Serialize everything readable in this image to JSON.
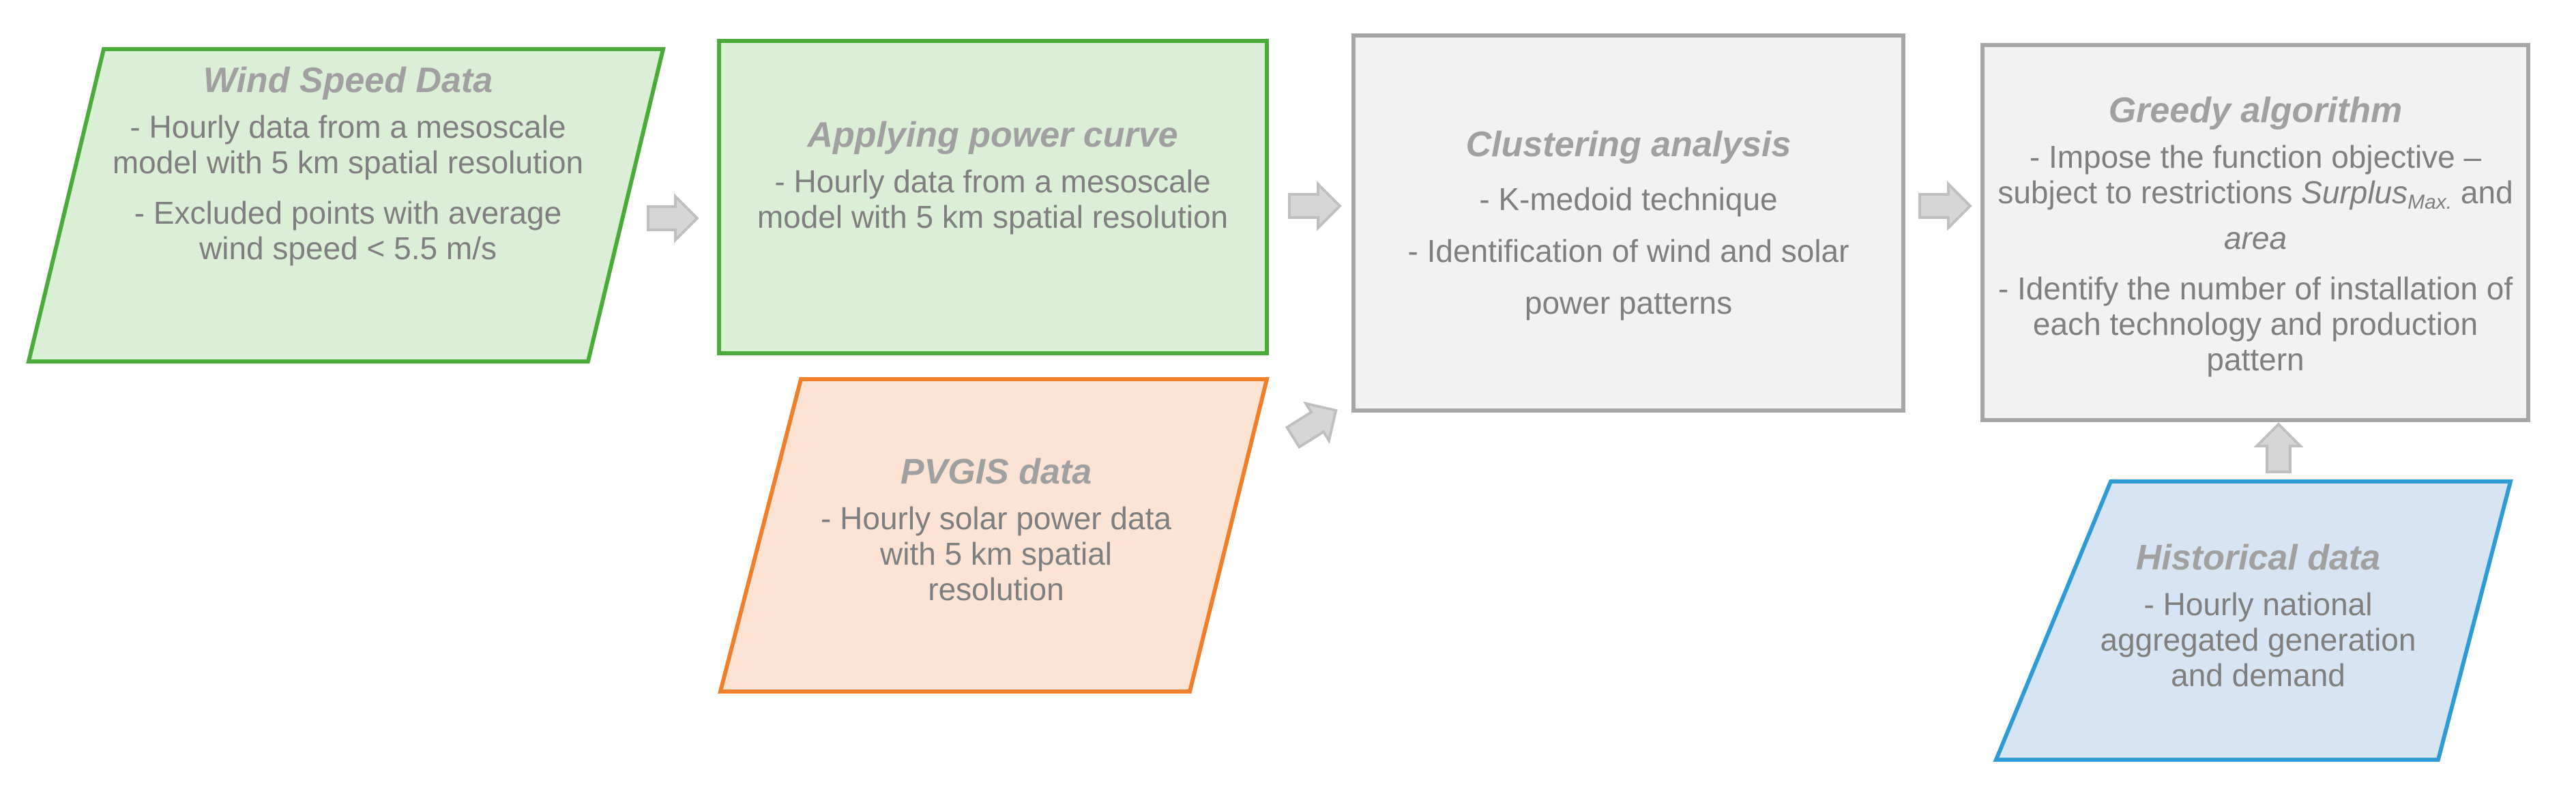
{
  "nodes": {
    "wind": {
      "title": "Wind Speed Data",
      "lines": [
        "- Hourly data from a mesoscale model with 5 km spatial resolution",
        "- Excluded points with average wind speed < 5.5 m/s"
      ],
      "fill": "#dbefd6",
      "stroke": "#4aab3a",
      "shape": "parallelogram"
    },
    "power_curve": {
      "title": "Applying power curve",
      "lines": [
        "- Hourly data from a mesoscale model with 5 km spatial resolution"
      ],
      "fill": "#dbefd6",
      "stroke": "#4aab3a",
      "shape": "rectangle"
    },
    "pvgis": {
      "title": "PVGIS data",
      "lines": [
        "- Hourly solar power data with 5 km spatial resolution"
      ],
      "fill": "#fce3d3",
      "stroke": "#f07f2c",
      "shape": "parallelogram"
    },
    "clustering": {
      "title": "Clustering analysis",
      "lines": [
        "- K-medoid technique",
        "- Identification of wind and solar power patterns"
      ],
      "fill": "#f2f2f2",
      "stroke": "#a6a6a6",
      "shape": "rectangle"
    },
    "greedy": {
      "title": "Greedy algorithm",
      "line1_prefix": "- Impose the function objective – subject to restrictions ",
      "line1_italic": "Surplus",
      "line1_sub": "Max.",
      "line1_and": " and ",
      "line1_italic2": "area",
      "line2": "- Identify the number of installation of each technology and production pattern",
      "fill": "#f2f2f2",
      "stroke": "#a6a6a6",
      "shape": "rectangle"
    },
    "historical": {
      "title": "Historical data",
      "lines": [
        "- Hourly  national aggregated generation and demand"
      ],
      "fill": "#d6e4f3",
      "stroke": "#2e9bd6",
      "shape": "parallelogram"
    }
  },
  "arrow_color": "#d6d6d6",
  "arrow_stroke": "#bfbfbf"
}
